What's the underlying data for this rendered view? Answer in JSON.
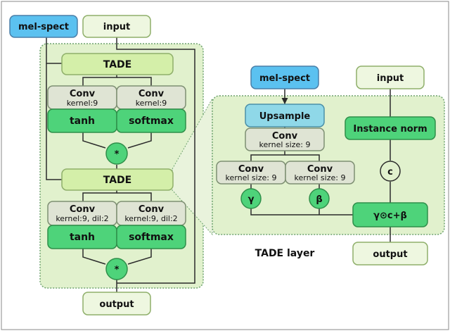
{
  "colors": {
    "input_fill": "#eef7e0",
    "input_stroke": "#8faf6a",
    "block_bg": "#e1f1cd",
    "block_stroke": "#6fa36f",
    "tade_fill": "#d4efa9",
    "conv_fill": "#dfe4d4",
    "act_fill": "#4ed37a",
    "melspec_fill": "#5bc1f0",
    "upsample_fill": "#8fd8e8",
    "line": "#2b2b2b"
  },
  "left": {
    "mel_spect": "mel-spect",
    "input": "input",
    "tade_1": "TADE",
    "conv_1a": {
      "title": "Conv",
      "sub": "kernel:9"
    },
    "conv_1b": {
      "title": "Conv",
      "sub": "kernel:9"
    },
    "tanh_1": "tanh",
    "softmax_1": "softmax",
    "mult_1": "*",
    "tade_2": "TADE",
    "conv_2a": {
      "title": "Conv",
      "sub": "kernel:9, dil:2"
    },
    "conv_2b": {
      "title": "Conv",
      "sub": "kernel:9, dil:2"
    },
    "tanh_2": "tanh",
    "softmax_2": "softmax",
    "mult_2": "*",
    "output": "output"
  },
  "right": {
    "mel_spect": "mel-spect",
    "input": "input",
    "upsample": "Upsample",
    "conv_main": {
      "title": "Conv",
      "sub": "kernel size: 9"
    },
    "conv_gamma": {
      "title": "Conv",
      "sub": "kernel size: 9"
    },
    "conv_beta": {
      "title": "Conv",
      "sub": "kernel size: 9"
    },
    "gamma": "γ",
    "beta": "β",
    "instance_norm": "Instance norm",
    "c_node": "c",
    "combine": "γ⊙c+β",
    "output": "output",
    "caption": "TADE layer"
  }
}
